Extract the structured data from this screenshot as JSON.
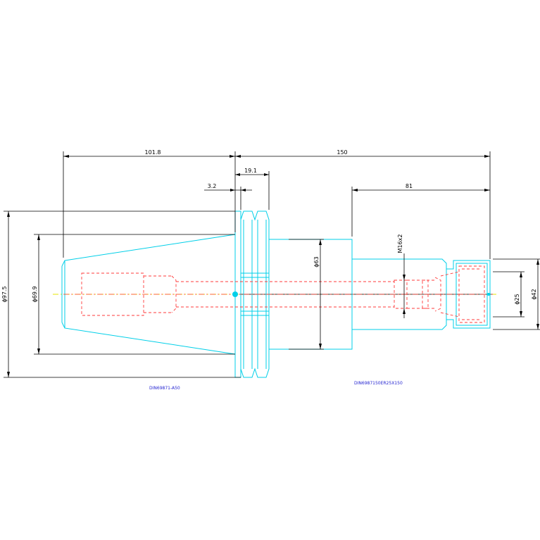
{
  "drawing": {
    "part_labels": {
      "left": "DIN69871-A50",
      "right": "DIN6987150ER25X150"
    },
    "dimensions": {
      "d101_8": "101.8",
      "d150": "150",
      "d19_1": "19.1",
      "d3_2": "3.2",
      "d81": "81",
      "d97_5": "ϕ97.5",
      "d69_9": "ϕ69.9",
      "d63": "ϕ63",
      "dM16": "M16x2",
      "d25": "ϕ25",
      "d42": "ϕ42"
    },
    "colors": {
      "outline": "#00cfe8",
      "hidden": "#ff3b3b",
      "centerline": "#e6e600",
      "dimension": "#000000",
      "label": "#1f1fd0"
    }
  }
}
